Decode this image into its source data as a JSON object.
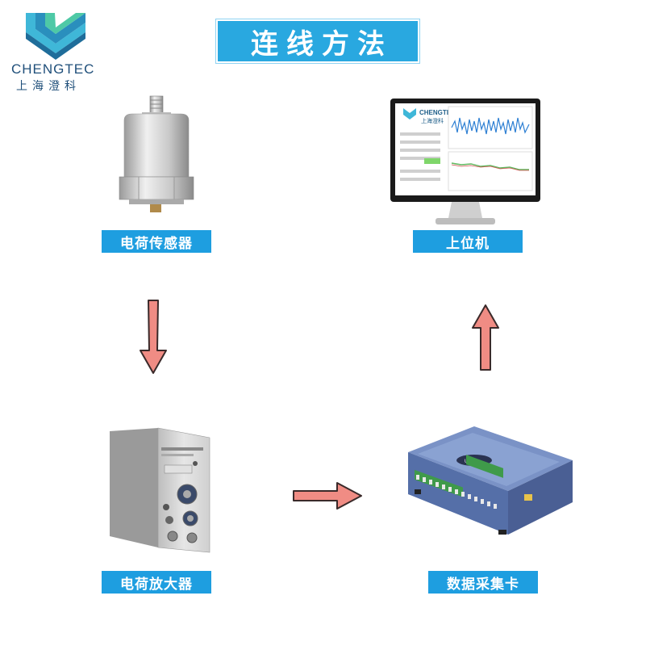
{
  "logo": {
    "brand": "CHENGTEC",
    "subtitle": "上海澄科"
  },
  "title": "连线方法",
  "nodes": {
    "sensor": {
      "label": "电荷传感器"
    },
    "pc": {
      "label": "上位机",
      "screen_brand": "CHENGTEC",
      "screen_sub": "上海澄科"
    },
    "amplifier": {
      "label": "电荷放大器"
    },
    "daq": {
      "label": "数据采集卡"
    }
  },
  "colors": {
    "label_bg": "#1e9ee0",
    "title_bg": "#29a8e0",
    "arrow_fill": "#f08c84",
    "arrow_stroke": "#3a2a2a"
  }
}
